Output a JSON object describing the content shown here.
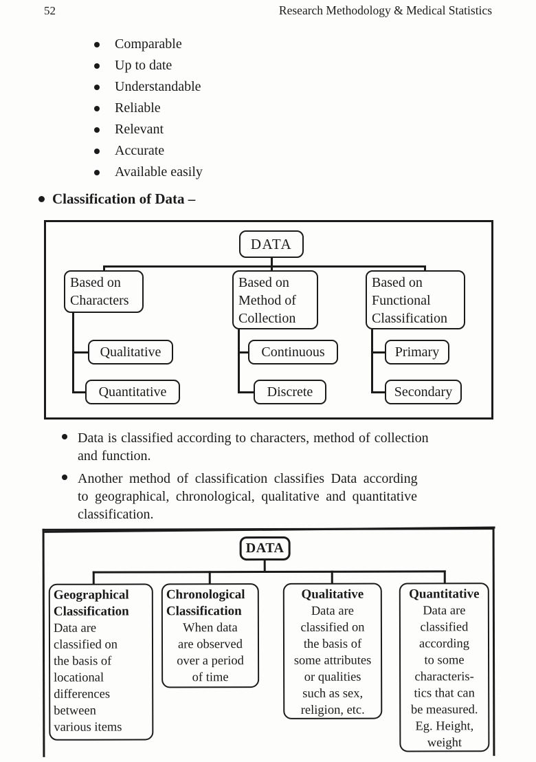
{
  "header": {
    "page_number": "52",
    "title": "Research Methodology & Medical Statistics"
  },
  "qualities": {
    "items": [
      "Comparable",
      "Up to date",
      "Understandable",
      "Reliable",
      "Relevant",
      "Accurate",
      "Available easily"
    ]
  },
  "section": {
    "heading": "Classification of Data –"
  },
  "diagram1": {
    "root": "DATA",
    "branches": [
      {
        "label": [
          "Based on",
          "Characters"
        ],
        "children": [
          "Qualitative",
          "Quantitative"
        ]
      },
      {
        "label": [
          "Based on",
          "Method of",
          "Collection"
        ],
        "children": [
          "Continuous",
          "Discrete"
        ]
      },
      {
        "label": [
          "Based on",
          "Functional",
          "Classification"
        ],
        "children": [
          "Primary",
          "Secondary"
        ]
      }
    ]
  },
  "notes": [
    {
      "lines": [
        "Data is classified according to characters, method of collection",
        "and function."
      ]
    },
    {
      "lines": [
        "Another method of classification classifies Data according",
        "to geographical, chronological, qualitative and quantitative",
        "classification."
      ]
    }
  ],
  "diagram2": {
    "root": "DATA",
    "categories": [
      {
        "title": [
          "Geographical",
          "Classification"
        ],
        "description": [
          "Data are",
          "classified on",
          "the basis of",
          "locational",
          "differences",
          "between",
          "various items"
        ]
      },
      {
        "title": [
          "Chronological",
          "Classification"
        ],
        "description": [
          "When data",
          "are observed",
          "over a period",
          "of time"
        ]
      },
      {
        "title": [
          "Qualitative"
        ],
        "description": [
          "Data are",
          "classified on",
          "the basis of",
          "some attributes",
          "or qualities",
          "such as sex,",
          "religion, etc."
        ]
      },
      {
        "title": [
          "Quantitative"
        ],
        "description": [
          "Data are",
          "classified",
          "according",
          "to some",
          "characteris-",
          "tics that can",
          "be measured.",
          "Eg. Height,",
          "weight"
        ]
      }
    ]
  }
}
